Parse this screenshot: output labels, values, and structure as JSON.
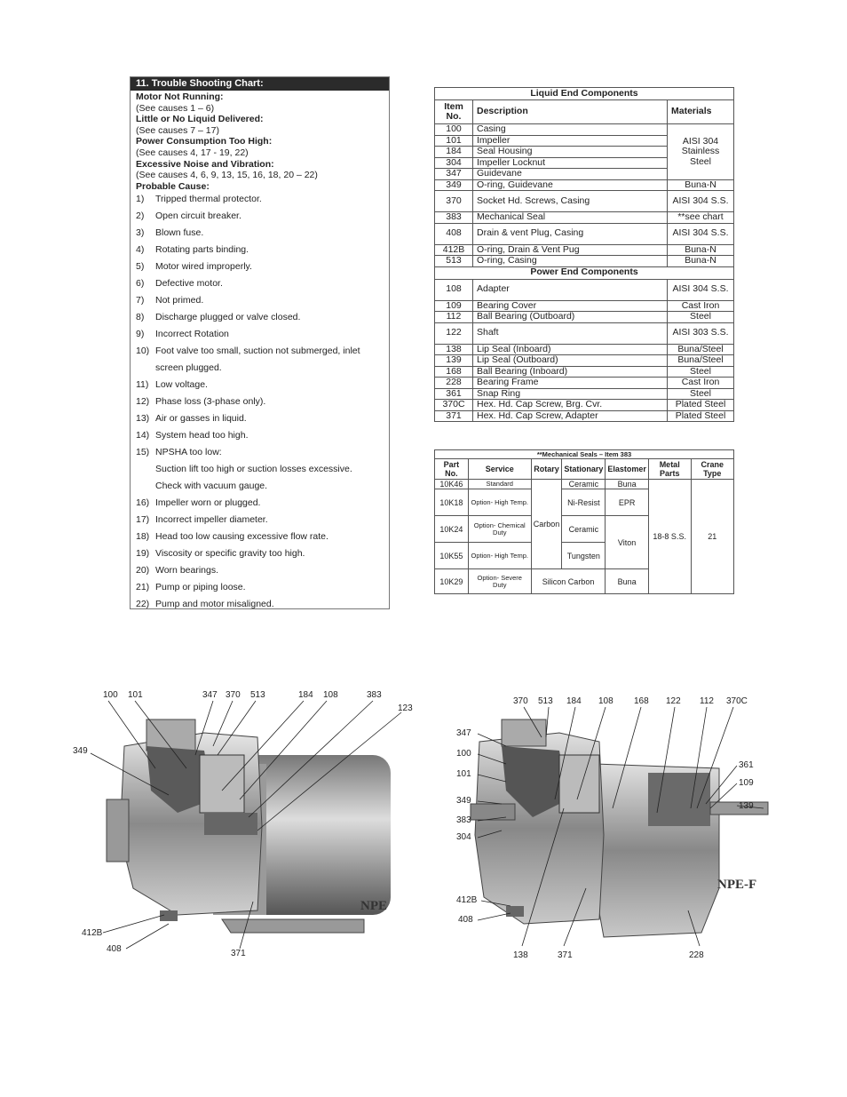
{
  "troubleshoot": {
    "title": "11. Trouble Shooting Chart:",
    "symptoms": [
      {
        "label": "Motor Not Running:",
        "causes": "(See causes 1 – 6)"
      },
      {
        "label": "Little or No Liquid Delivered:",
        "causes": "(See causes 7 – 17)"
      },
      {
        "label": "Power Consumption Too High:",
        "causes": "(See causes 4, 17 - 19, 22)"
      },
      {
        "label": "Excessive Noise and Vibration:",
        "causes": "(See causes 4, 6, 9, 13, 15, 16, 18, 20 – 22)"
      }
    ],
    "probable_label": "Probable Cause:",
    "causes": [
      {
        "n": "1)",
        "t": "Tripped thermal protector."
      },
      {
        "n": "2)",
        "t": "Open circuit breaker."
      },
      {
        "n": "3)",
        "t": "Blown fuse."
      },
      {
        "n": "4)",
        "t": "Rotating parts binding."
      },
      {
        "n": "5)",
        "t": "Motor wired improperly."
      },
      {
        "n": "6)",
        "t": "Defective motor."
      },
      {
        "n": "7)",
        "t": "Not primed."
      },
      {
        "n": "8)",
        "t": "Discharge plugged or valve closed."
      },
      {
        "n": "9)",
        "t": "Incorrect Rotation"
      },
      {
        "n": "10)",
        "t": "Foot valve too small, suction not submerged, inlet",
        "t2": "screen plugged."
      },
      {
        "n": "11)",
        "t": "Low voltage."
      },
      {
        "n": "12)",
        "t": "Phase loss (3-phase only)."
      },
      {
        "n": "13)",
        "t": "Air or gasses in liquid."
      },
      {
        "n": "14)",
        "t": "System head too high."
      },
      {
        "n": "15)",
        "t": "NPSHA too low:",
        "sub1": "Suction lift too high or suction losses excessive.",
        "sub2": "Check with vacuum gauge."
      },
      {
        "n": "16)",
        "t": "Impeller worn or plugged."
      },
      {
        "n": "17)",
        "t": "Incorrect impeller diameter."
      },
      {
        "n": "18)",
        "t": "Head too low causing excessive flow rate."
      },
      {
        "n": "19)",
        "t": "Viscosity or specific gravity too high."
      },
      {
        "n": "20)",
        "t": "Worn bearings."
      },
      {
        "n": "21)",
        "t": "Pump or piping loose."
      },
      {
        "n": "22)",
        "t": "Pump and motor misaligned."
      }
    ]
  },
  "parts": {
    "liquid_title": "Liquid End Components",
    "col_item": "Item No.",
    "col_desc": "Description",
    "col_mat": "Materials",
    "liquid": [
      {
        "item": "100",
        "desc": "Casing"
      },
      {
        "item": "101",
        "desc": "Impeller"
      },
      {
        "item": "184",
        "desc": "Seal Housing"
      },
      {
        "item": "304",
        "desc": "Impeller Locknut"
      },
      {
        "item": "347",
        "desc": "Guidevane"
      },
      {
        "item": "349",
        "desc": "O-ring, Guidevane",
        "mat": "Buna-N"
      },
      {
        "item": "370",
        "desc": "Socket Hd. Screws, Casing",
        "mat": "AISI 304 S.S."
      },
      {
        "item": "383",
        "desc": "Mechanical Seal",
        "mat": "**see chart"
      },
      {
        "item": "408",
        "desc": "Drain & vent Plug, Casing",
        "mat": "AISI 304 S.S."
      },
      {
        "item": "412B",
        "desc": "O-ring, Drain & Vent Pug",
        "mat": "Buna-N"
      },
      {
        "item": "513",
        "desc": "O-ring, Casing",
        "mat": "Buna-N"
      }
    ],
    "liquid_group_mat": "AISI 304 Stainless Steel",
    "power_title": "Power End Components",
    "power": [
      {
        "item": "108",
        "desc": "Adapter",
        "mat": "AISI 304 S.S."
      },
      {
        "item": "109",
        "desc": "Bearing Cover",
        "mat": "Cast Iron"
      },
      {
        "item": "112",
        "desc": "Ball Bearing (Outboard)",
        "mat": "Steel"
      },
      {
        "item": "122",
        "desc": "Shaft",
        "mat": "AISI 303 S.S."
      },
      {
        "item": "138",
        "desc": "Lip Seal (Inboard)",
        "mat": "Buna/Steel"
      },
      {
        "item": "139",
        "desc": "Lip Seal (Outboard)",
        "mat": "Buna/Steel"
      },
      {
        "item": "168",
        "desc": "Ball Bearing (Inboard)",
        "mat": "Steel"
      },
      {
        "item": "228",
        "desc": "Bearing Frame",
        "mat": "Cast Iron"
      },
      {
        "item": "361",
        "desc": "Snap Ring",
        "mat": "Steel"
      },
      {
        "item": "370C",
        "desc": "Hex. Hd. Cap Screw, Brg. Cvr.",
        "mat": "Plated Steel"
      },
      {
        "item": "371",
        "desc": "Hex. Hd. Cap Screw, Adapter",
        "mat": "Plated Steel"
      }
    ]
  },
  "seals": {
    "title": "**Mechanical Seals – Item 383",
    "cols": [
      "Part No.",
      "Service",
      "Rotary",
      "Stationary",
      "Elastomer",
      "Metal Parts",
      "Crane Type"
    ],
    "rows": [
      {
        "part": "10K46",
        "service": "Standard",
        "stationary": "Ceramic",
        "elastomer": "Buna"
      },
      {
        "part": "10K18",
        "service": "Option- High Temp.",
        "stationary": "Ni-Resist",
        "elastomer": "EPR"
      },
      {
        "part": "10K24",
        "service": "Option- Chemical Duty",
        "stationary": "Ceramic"
      },
      {
        "part": "10K55",
        "service": "Option- High Temp.",
        "stationary": "Tungsten"
      },
      {
        "part": "10K29",
        "service": "Option- Severe Duty",
        "rot_stat": "Silicon Carbon",
        "elastomer": "Buna"
      }
    ],
    "rotary_carbon": "Carbon",
    "viton": "Viton",
    "metal": "18-8 S.S.",
    "crane": "21"
  },
  "figures": {
    "left_label": "NPE",
    "right_label": "NPE-F",
    "left_callouts": [
      "100",
      "101",
      "347",
      "370",
      "513",
      "184",
      "108",
      "383",
      "123",
      "349",
      "412B",
      "408",
      "371"
    ],
    "right_callouts": [
      "370",
      "513",
      "184",
      "108",
      "168",
      "122",
      "112",
      "370C",
      "347",
      "100",
      "101",
      "361",
      "109",
      "349",
      "139",
      "383",
      "304",
      "412B",
      "408",
      "138",
      "371",
      "228"
    ]
  }
}
